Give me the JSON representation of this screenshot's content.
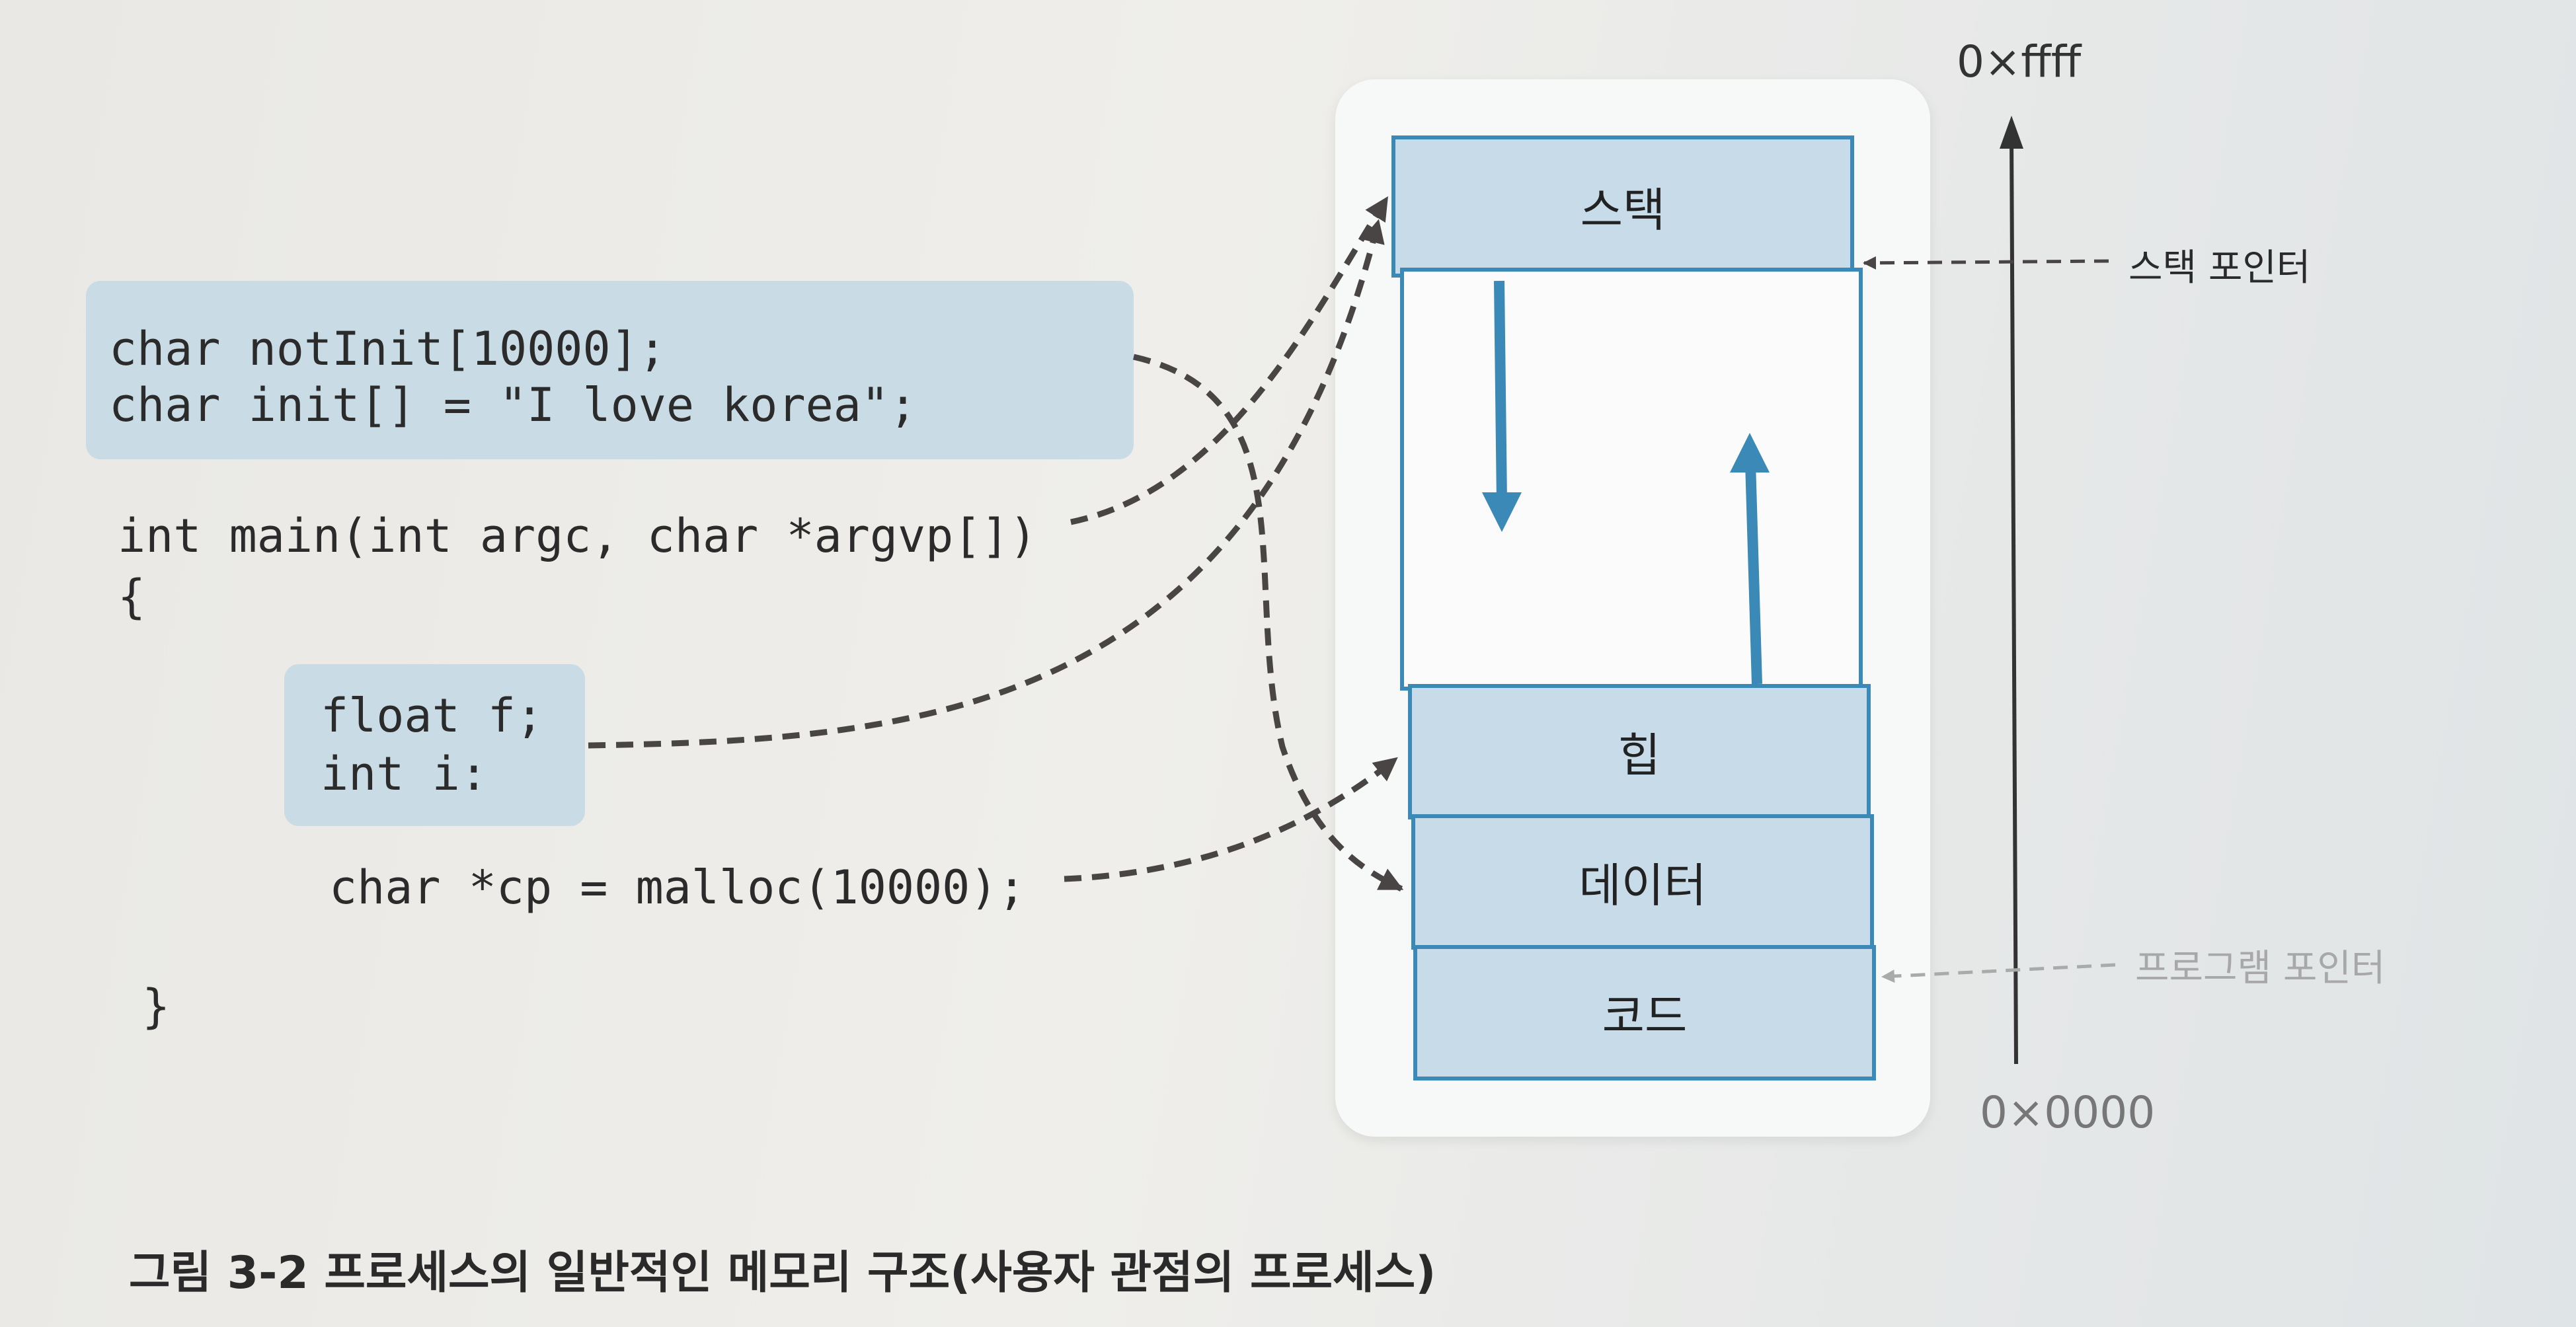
{
  "code": {
    "globals": [
      "char notInit[10000];",
      "char init[] = \"I love korea\";"
    ],
    "main_signature": "int main(int argc, char *argvp[])",
    "open_brace": "{",
    "locals": [
      "float f;",
      "int i:"
    ],
    "malloc_line": "char *cp = malloc(10000);",
    "close_brace": "}"
  },
  "memory": {
    "stack": "스택",
    "heap": "힙",
    "data": "데이터",
    "code": "코드"
  },
  "axis": {
    "top": "0×ffff",
    "bottom": "0×0000"
  },
  "pointers": {
    "stack_pointer": "스택 포인터",
    "program_pointer": "프로그램 포인터"
  },
  "caption": "그림 3-2  프로세스의 일반적인 메모리 구조(사용자 관점의 프로세스)",
  "colors": {
    "segment_fill": "#c7dce8",
    "segment_border": "#3a89b7",
    "code_highlight": "#c9dbe5"
  }
}
